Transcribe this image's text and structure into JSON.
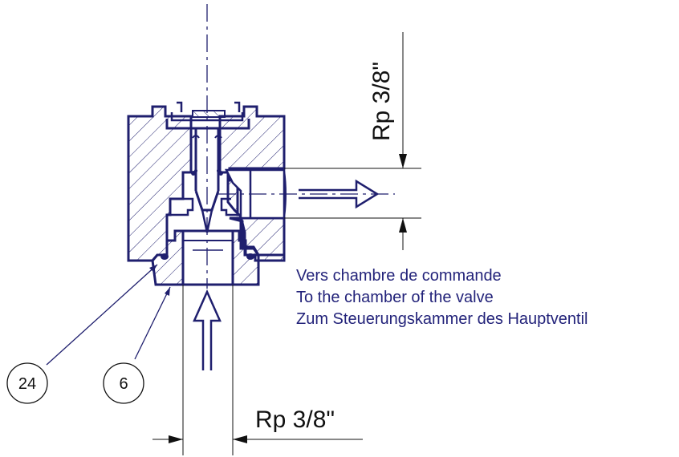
{
  "dimensions": {
    "outlet_thread": "Rp 3/8\"",
    "inlet_thread": "Rp 3/8\""
  },
  "callouts": [
    {
      "number": "24"
    },
    {
      "number": "6"
    }
  ],
  "outlet_note": {
    "french": "Vers chambre de commande",
    "english": "To the chamber of the valve",
    "german": "Zum Steuerungskammer des Hauptventil"
  },
  "colors": {
    "part_outline": "#1f1f6e",
    "dimension_lines": "#111111",
    "label_text": "#23237a"
  }
}
